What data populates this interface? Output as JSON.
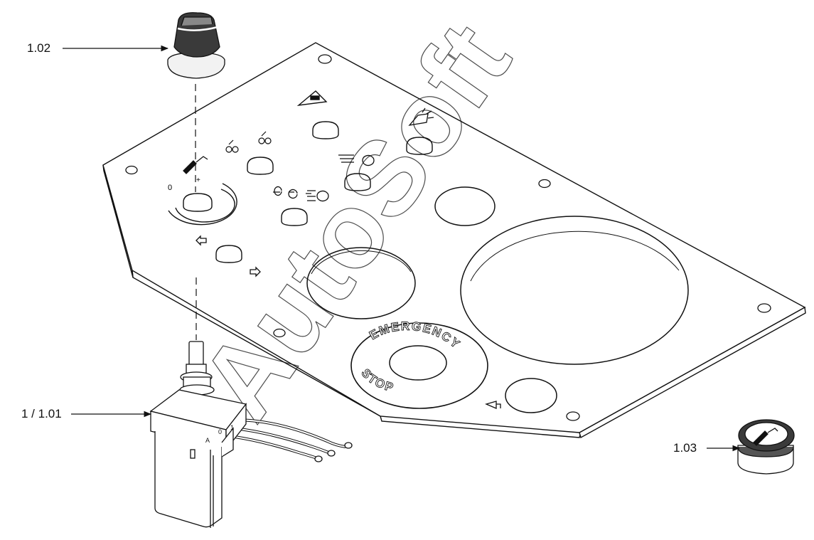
{
  "callouts": {
    "knob_top": "1.02",
    "switch": "1 / 1.01",
    "cap": "1.03"
  },
  "panel_text": {
    "emergency": "EMERGENCY",
    "stop": "STOP",
    "label_zero": "0",
    "label_plus": "+",
    "switch_positions": [
      "A",
      "0",
      "1"
    ]
  },
  "watermark": "AutoSoft",
  "colors": {
    "line": "#111111",
    "background": "#ffffff",
    "knob_dark": "#2a2a2a"
  },
  "icons": [
    "wiper-icon",
    "fog-light-front-icon",
    "fog-light-rear-icon",
    "hazard-triangle-icon",
    "beacon-icon",
    "headlight-high-icon",
    "parking-headlight-icon",
    "arrow-left-icon",
    "arrow-right-icon",
    "horn-icon"
  ]
}
